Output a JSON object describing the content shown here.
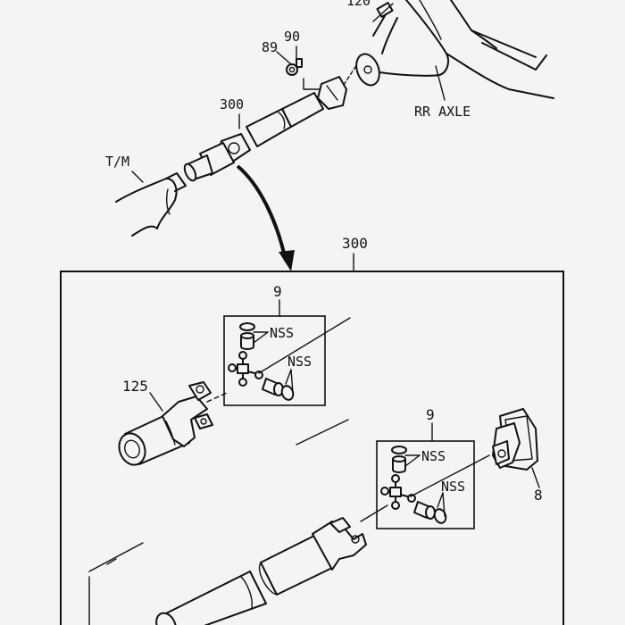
{
  "labels": {
    "part_120": "120",
    "part_90": "90",
    "part_89": "89",
    "part_300_top": "300",
    "rr_axle": "RR AXLE",
    "tm": "T/M",
    "part_300_box": "300",
    "part_9_upper": "9",
    "nss_1": "NSS",
    "nss_2": "NSS",
    "part_125": "125",
    "part_9_lower": "9",
    "nss_3": "NSS",
    "nss_4": "NSS",
    "part_8": "8"
  }
}
